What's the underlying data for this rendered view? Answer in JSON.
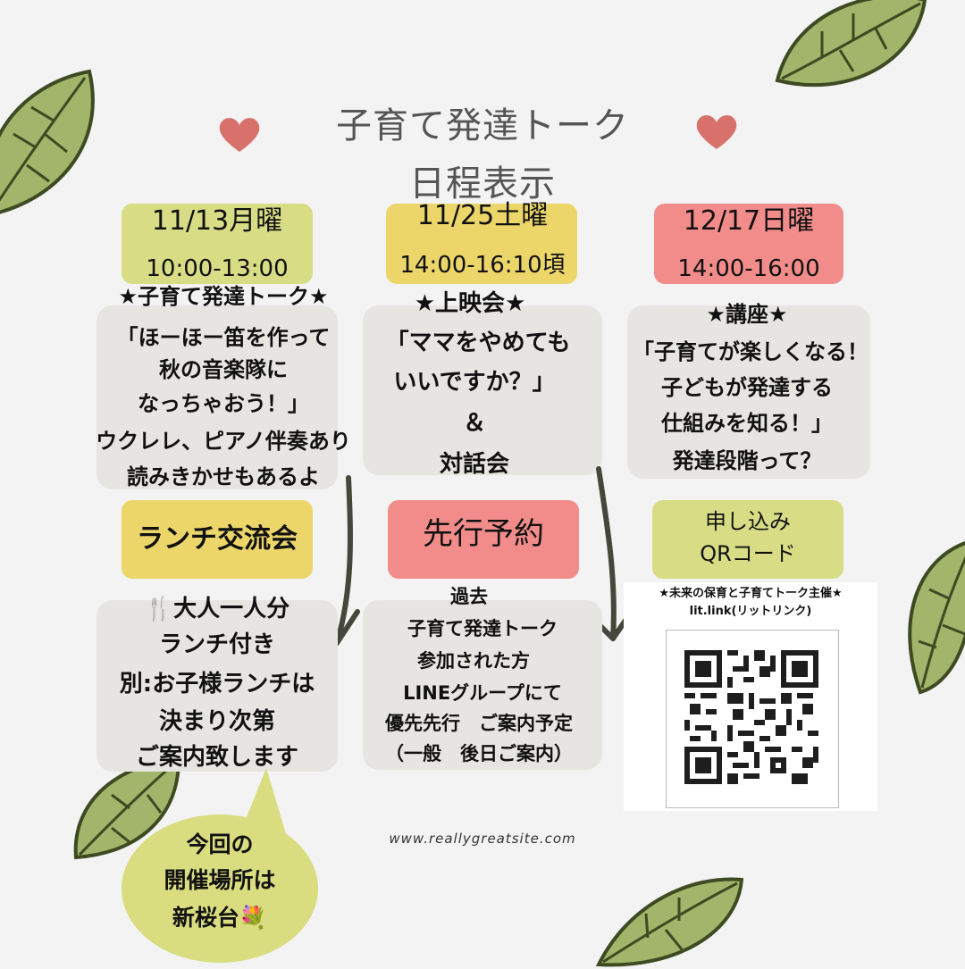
{
  "title": {
    "line1": "子育て発達トーク",
    "line2": "日程表示"
  },
  "colors": {
    "green_pill": "#d8dd85",
    "yellow_pill": "#ecd66a",
    "pink_pill": "#f28c8a",
    "box": "#e7e5e1",
    "leaf": "#a3b46b"
  },
  "events": [
    {
      "date": "11/13月曜",
      "time": "10:00-13:00",
      "heading": "★子育て発達トーク★",
      "lines": [
        "「ほーほー笛を作って",
        "秋の音楽隊に",
        "なっちゃおう！」",
        "ウクレレ、ピアノ伴奏あり",
        "読みきかせもあるよ"
      ]
    },
    {
      "date": "11/25土曜",
      "time": "14:00-16:10頃",
      "heading": "★上映会★",
      "lines": [
        "「ママをやめても",
        "いいですか？」",
        "＆",
        "対話会"
      ]
    },
    {
      "date": "12/17日曜",
      "time": "14:00-16:00",
      "heading": "★講座★",
      "lines": [
        "「子育てが楽しくなる！",
        "子どもが発達する",
        "仕組みを知る！」",
        "発達段階って？"
      ]
    }
  ],
  "lunch": {
    "label": "ランチ交流会",
    "lines": [
      "🍴大人一人分",
      "ランチ付き",
      "別:お子様ランチは",
      "決まり次第",
      "ご案内致します"
    ]
  },
  "advance": {
    "label": "先行予約",
    "lines": [
      "過去",
      "子育て発達トーク",
      "参加された方",
      "LINEグループにて",
      "優先先行　ご案内予定",
      "（一般　後日ご案内）"
    ]
  },
  "apply": {
    "label_line1": "申し込み",
    "label_line2": "QRコード",
    "qr_header1": "★未来の保育と子育てトーク主催★",
    "qr_header2": "lit.link(リットリンク)"
  },
  "bubble": {
    "line1": "今回の",
    "line2": "開催場所は",
    "line3": "新桜台💐"
  },
  "website": "www.reallygreatsite.com"
}
